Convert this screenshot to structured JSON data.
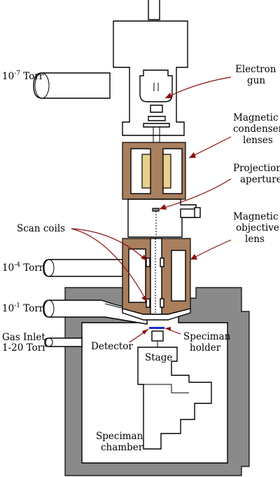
{
  "colors": {
    "chamber_gray": "#8a8a8a",
    "lens_brown": "#a97f5e",
    "coil_yellow": "#e8d08a",
    "leader_red": "#8b0f0f",
    "detector_blue": "#1a2fd0"
  },
  "labels": {
    "pressure_gun_prefix": "10",
    "pressure_gun_exp": "-7",
    "pressure_gun_unit": " Torr",
    "pressure_objective_prefix": "10",
    "pressure_objective_exp": "-4",
    "pressure_objective_unit": " Torr",
    "pressure_chamber_prefix": "10",
    "pressure_chamber_exp": "-1",
    "pressure_chamber_unit": " Torr",
    "gas_inlet_line1": "Gas Inlet",
    "gas_inlet_line2": "1-20 Torr",
    "electron_gun_line1": "Electron",
    "electron_gun_line2": "gun",
    "condenser_line1": "Magnetic",
    "condenser_line2": "condenser",
    "condenser_line3": "lenses",
    "aperture_line1": "Projection",
    "aperture_line2": "aperture",
    "objective_line1": "Magnetic",
    "objective_line2": "objective",
    "objective_line3": "lens",
    "scan_coils": "Scan coils",
    "detector": "Detector",
    "specimen_holder_line1": "Speciman",
    "specimen_holder_line2": "holder",
    "stage": "Stage",
    "specimen_chamber_line1": "Speciman",
    "specimen_chamber_line2": "chamber"
  }
}
